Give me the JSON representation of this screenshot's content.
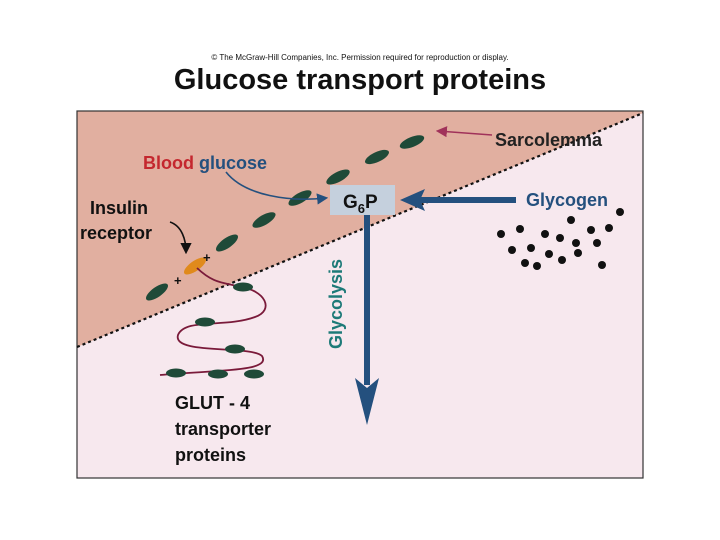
{
  "header": {
    "copyright": "© The McGraw-Hill Companies, Inc. Permission required for reproduction or display.",
    "title": "Glucose transport proteins"
  },
  "labels": {
    "sarcolemma": "Sarcolemma",
    "blood": "Blood",
    "glucose": "glucose",
    "g6p_main": "G",
    "g6p_sub": "6",
    "g6p_end": "P",
    "glycogen": "Glycogen",
    "insulin_line1": "Insulin",
    "insulin_line2": "receptor",
    "glycolysis": "Glycolysis",
    "glut_line1": "GLUT - 4",
    "glut_line2": "transporter",
    "glut_line3": "proteins"
  },
  "colors": {
    "extracellular": "#e1afa0",
    "intracellular": "#f7e8ee",
    "transporter": "#1f4a38",
    "arrow_blue": "#24507e",
    "blood_red": "#c4272e",
    "glycolysis_teal": "#1d7a78",
    "receptor_orange": "#e08a1c",
    "strand": "#7a1a3a",
    "sarcolemma_arrow": "#a0325a",
    "g6p_box": "#c5d0dd"
  }
}
